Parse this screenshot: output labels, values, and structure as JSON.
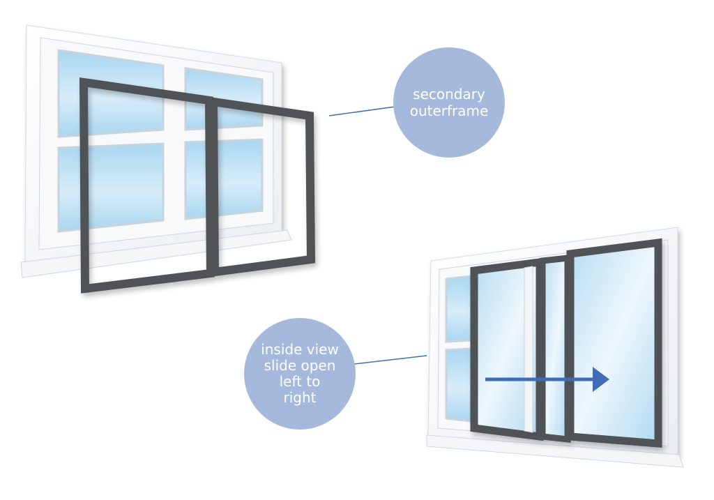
{
  "labels": {
    "secondary_outerframe": [
      "secondary",
      "outerframe"
    ],
    "inside_view": [
      "inside view",
      "slide open",
      "left to",
      "right"
    ]
  },
  "colors": {
    "bubble": "#a4b9dc",
    "leader_line": "#3f6fb0",
    "arrow": "#3e6cb6",
    "secondary_frame": "#4f5255",
    "window_frame": "#ffffff",
    "glass_light": "#eef7fc",
    "glass_dark": "#a9d6f0"
  },
  "icons": {
    "arrow": "arrow-right-icon"
  }
}
